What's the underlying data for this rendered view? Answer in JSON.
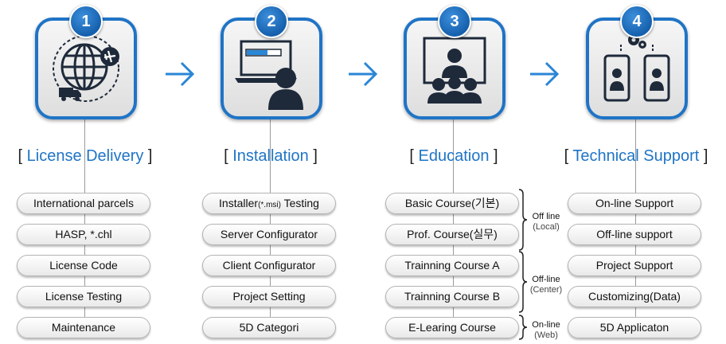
{
  "steps": [
    {
      "number": "1",
      "title": "License Delivery",
      "icon": "globe-logistics-icon",
      "items": [
        "International parcels",
        "HASP, *.chl",
        "License Code",
        "License Testing",
        "Maintenance"
      ]
    },
    {
      "number": "2",
      "title": "Installation",
      "icon": "installer-laptop-user-icon",
      "items": [
        "Installer",
        "Server Configurator",
        "Client Configurator",
        "Project Setting",
        "5D Categori"
      ],
      "item0_small": "(*.msi)",
      "item0_tail": " Testing"
    },
    {
      "number": "3",
      "title": "Education",
      "icon": "presentation-audience-icon",
      "items": [
        "Basic Course(기본)",
        "Prof. Course(실무)",
        "Trainning Course A",
        "Trainning Course B",
        "E-Learing Course"
      ]
    },
    {
      "number": "4",
      "title": "Technical Support",
      "icon": "remote-support-phones-icon",
      "items": [
        "On-line Support",
        "Off-line support",
        "Project Support",
        "Customizing(Data)",
        "5D Applicaton"
      ]
    }
  ],
  "brackets": {
    "open": "[",
    "close": "]"
  },
  "groups": [
    {
      "label": "Off line",
      "sub": "(Local)"
    },
    {
      "label": "Off-line",
      "sub": "(Center)"
    },
    {
      "label": "On-line",
      "sub": "(Web)"
    }
  ],
  "colors": {
    "accent": "#1f74c6",
    "icon": "#1e2a3a",
    "arrow": "#2a86d6"
  }
}
